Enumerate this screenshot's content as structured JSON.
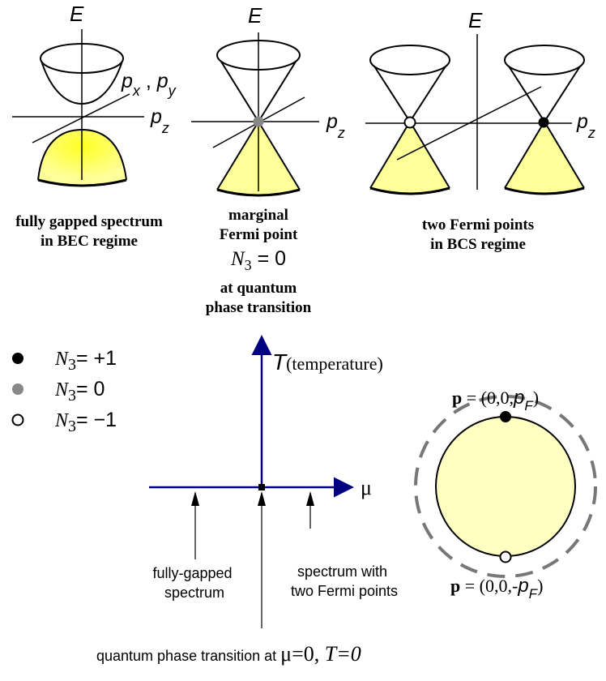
{
  "axis_labels": {
    "energy": "E",
    "momentum_xy": "p",
    "sub_x": "x",
    "sub_y": "y",
    "comma": ",",
    "momentum_z": "p",
    "sub_z": "z"
  },
  "panels": [
    {
      "caption_line1": "fully gapped spectrum",
      "caption_line2": "in BEC regime"
    },
    {
      "caption_line1": "marginal",
      "caption_line2": "Fermi point",
      "invariant_N": "N",
      "invariant_sub": "3",
      "invariant_eq": " = 0",
      "caption_line3": "at quantum",
      "caption_line4": "phase transition"
    },
    {
      "caption_line1": "two Fermi points",
      "caption_line2": "in BCS regime"
    }
  ],
  "legend": {
    "items": [
      {
        "symbol": "N",
        "sub": "3",
        "value": "= +1",
        "marker": "filled-black",
        "color": "#000000"
      },
      {
        "symbol": "N",
        "sub": "3",
        "value": "= 0",
        "marker": "filled-gray",
        "color": "#888888"
      },
      {
        "symbol": "N",
        "sub": "3",
        "value": "= −1",
        "marker": "hollow",
        "color": "#ffffff"
      }
    ]
  },
  "phase_diagram": {
    "t_axis_symbol": "T",
    "t_axis_word": "(temperature)",
    "mu_axis_symbol": "μ",
    "annotation_left_line1": "fully-gapped",
    "annotation_left_line2": "spectrum",
    "annotation_right_line1": "spectrum with",
    "annotation_right_line2": "two Fermi points",
    "bottom_label_text": "quantum phase transition at ",
    "bottom_label_mu": "μ=0, ",
    "bottom_label_T": "T=0"
  },
  "fermi_sphere": {
    "top_point_bold": "p",
    "top_point_rest": " = (0,0,",
    "top_point_p": "p",
    "top_point_sub": "F",
    "top_point_close": ")",
    "bottom_point_bold": "p",
    "bottom_point_rest": " = (0,0,-",
    "bottom_point_p": "p",
    "bottom_point_sub": "F",
    "bottom_point_close": ")"
  },
  "colors": {
    "fill_yellow": "#ffff99",
    "fill_yellow_strong": "#ffff33",
    "sphere_fill": "#ffffc2",
    "axis_blue": "#000080",
    "dashed_gray": "#777777",
    "gray_point": "#888888"
  }
}
